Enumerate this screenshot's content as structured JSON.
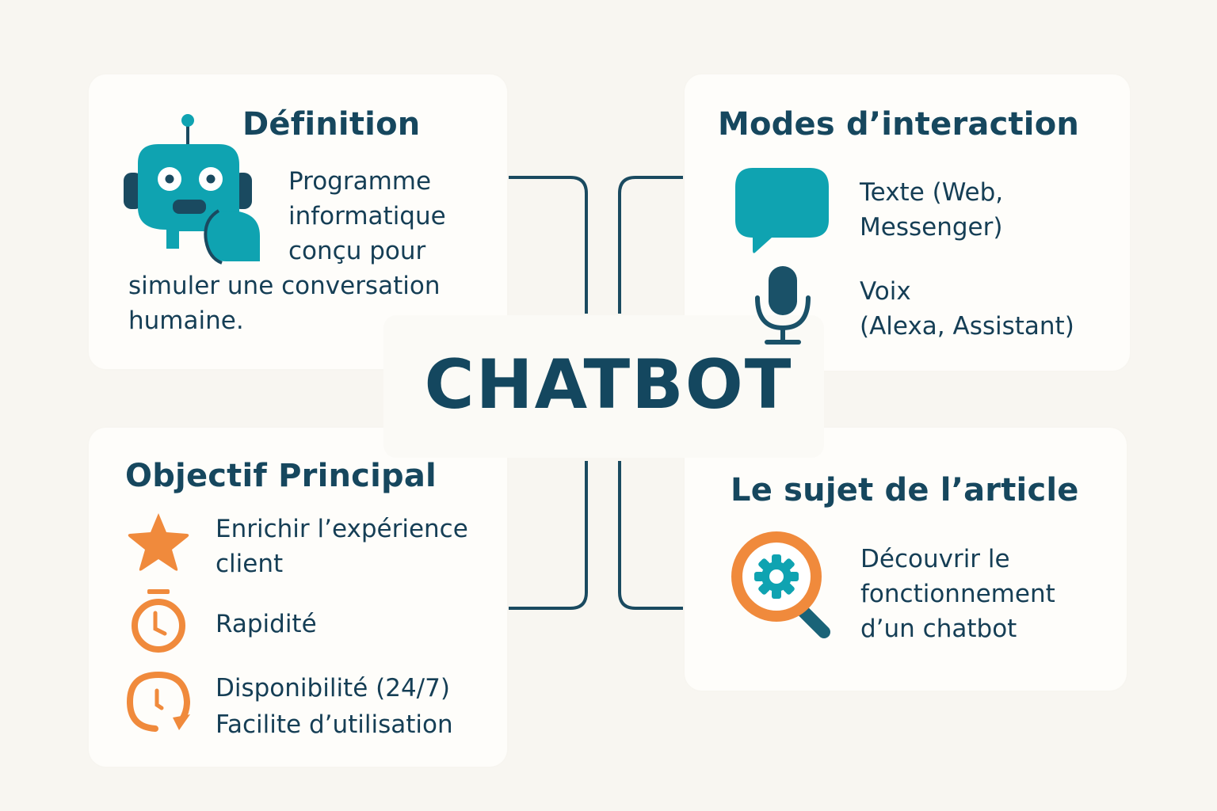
{
  "center": {
    "title": "CHATBOT"
  },
  "definition": {
    "title": "Définition",
    "icon": "robot-icon",
    "lines": [
      "Programme",
      "informatique",
      "conçu pour",
      "simuler une conversation",
      "humaine."
    ]
  },
  "modes": {
    "title": "Modes d’interaction",
    "items": [
      {
        "icon": "chat-bubble-icon",
        "lines": [
          "Texte (Web,",
          "Messenger)"
        ]
      },
      {
        "icon": "microphone-icon",
        "lines": [
          "Voix",
          "(Alexa, Assistant)"
        ]
      }
    ]
  },
  "objectif": {
    "title": "Objectif Principal",
    "items": [
      {
        "icon": "star-icon",
        "lines": [
          "Enrichir l’expérience",
          "client"
        ]
      },
      {
        "icon": "stopwatch-icon",
        "lines": [
          "Rapidité"
        ]
      },
      {
        "icon": "clock-refresh-icon",
        "lines": [
          "Disponibilité (24/7)",
          "Facilite d’utilisation"
        ]
      }
    ]
  },
  "sujet": {
    "title": "Le sujet de l’article",
    "icon": "magnifier-gear-icon",
    "lines": [
      "Découvrir le",
      "fonctionnement",
      "d’un chatbot"
    ]
  },
  "colors": {
    "background": "#f8f6f1",
    "card": "#fefdfa",
    "navy": "#16475e",
    "teal": "#0fa3b1",
    "dark_teal": "#1a5168",
    "orange": "#f08a3c"
  }
}
